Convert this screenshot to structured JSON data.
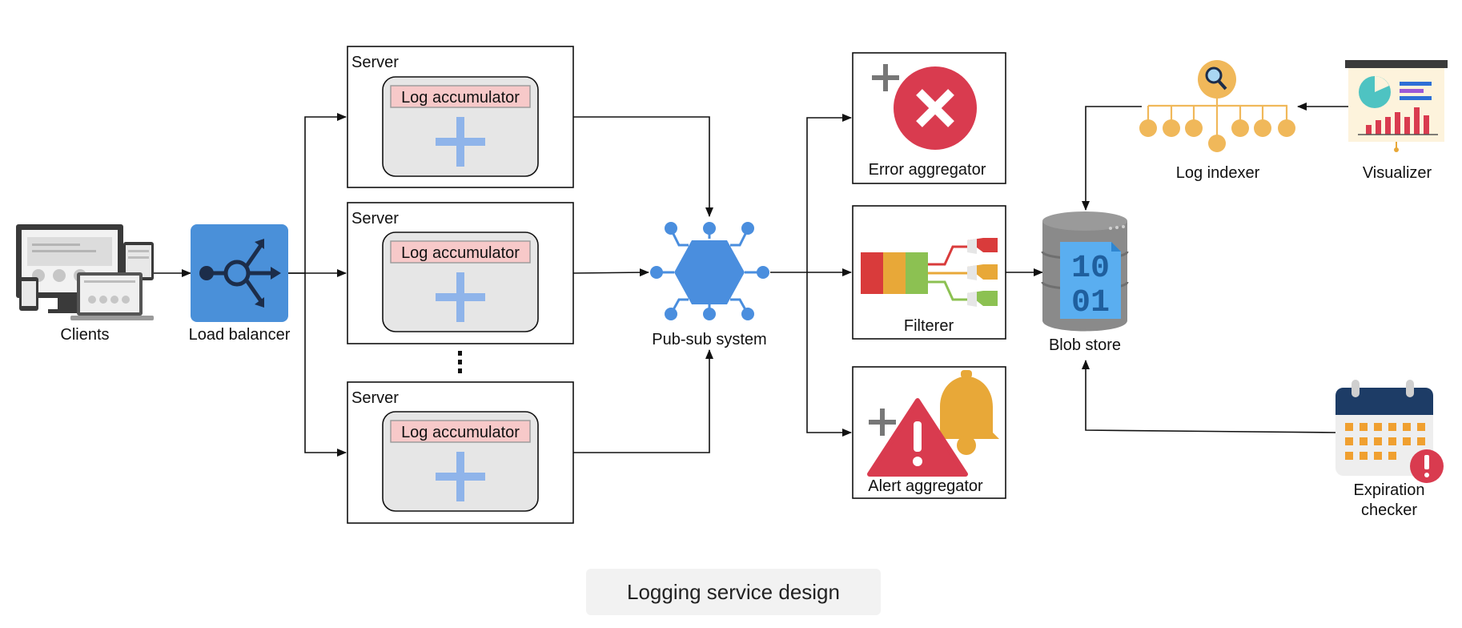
{
  "diagram": {
    "caption": "Logging service design",
    "nodes": {
      "clients": "Clients",
      "load_balancer": "Load balancer",
      "server_1": {
        "title": "Server",
        "component": "Log accumulator"
      },
      "server_2": {
        "title": "Server",
        "component": "Log accumulator"
      },
      "server_3": {
        "title": "Server",
        "component": "Log accumulator"
      },
      "pubsub": "Pub-sub system",
      "error_aggregator": "Error aggregator",
      "filterer": "Filterer",
      "alert_aggregator": "Alert aggregator",
      "blob_store": "Blob store",
      "blob_bits_1": "10",
      "blob_bits_2": "01",
      "log_indexer": "Log indexer",
      "visualizer": "Visualizer",
      "expiration_checker_1": "Expiration",
      "expiration_checker_2": "checker"
    },
    "colors": {
      "line": "#111111",
      "lb_blue": "#4a90d9",
      "pubsub_blue": "#4a8ede",
      "error_red": "#d93b4f",
      "alert_yellow": "#e8a838",
      "indexer_orange": "#f0b85a",
      "accumulator_fill": "#f7c9c9",
      "server_inner_fill": "#e6e6e6",
      "plus_blue": "#8fb4ea"
    }
  }
}
